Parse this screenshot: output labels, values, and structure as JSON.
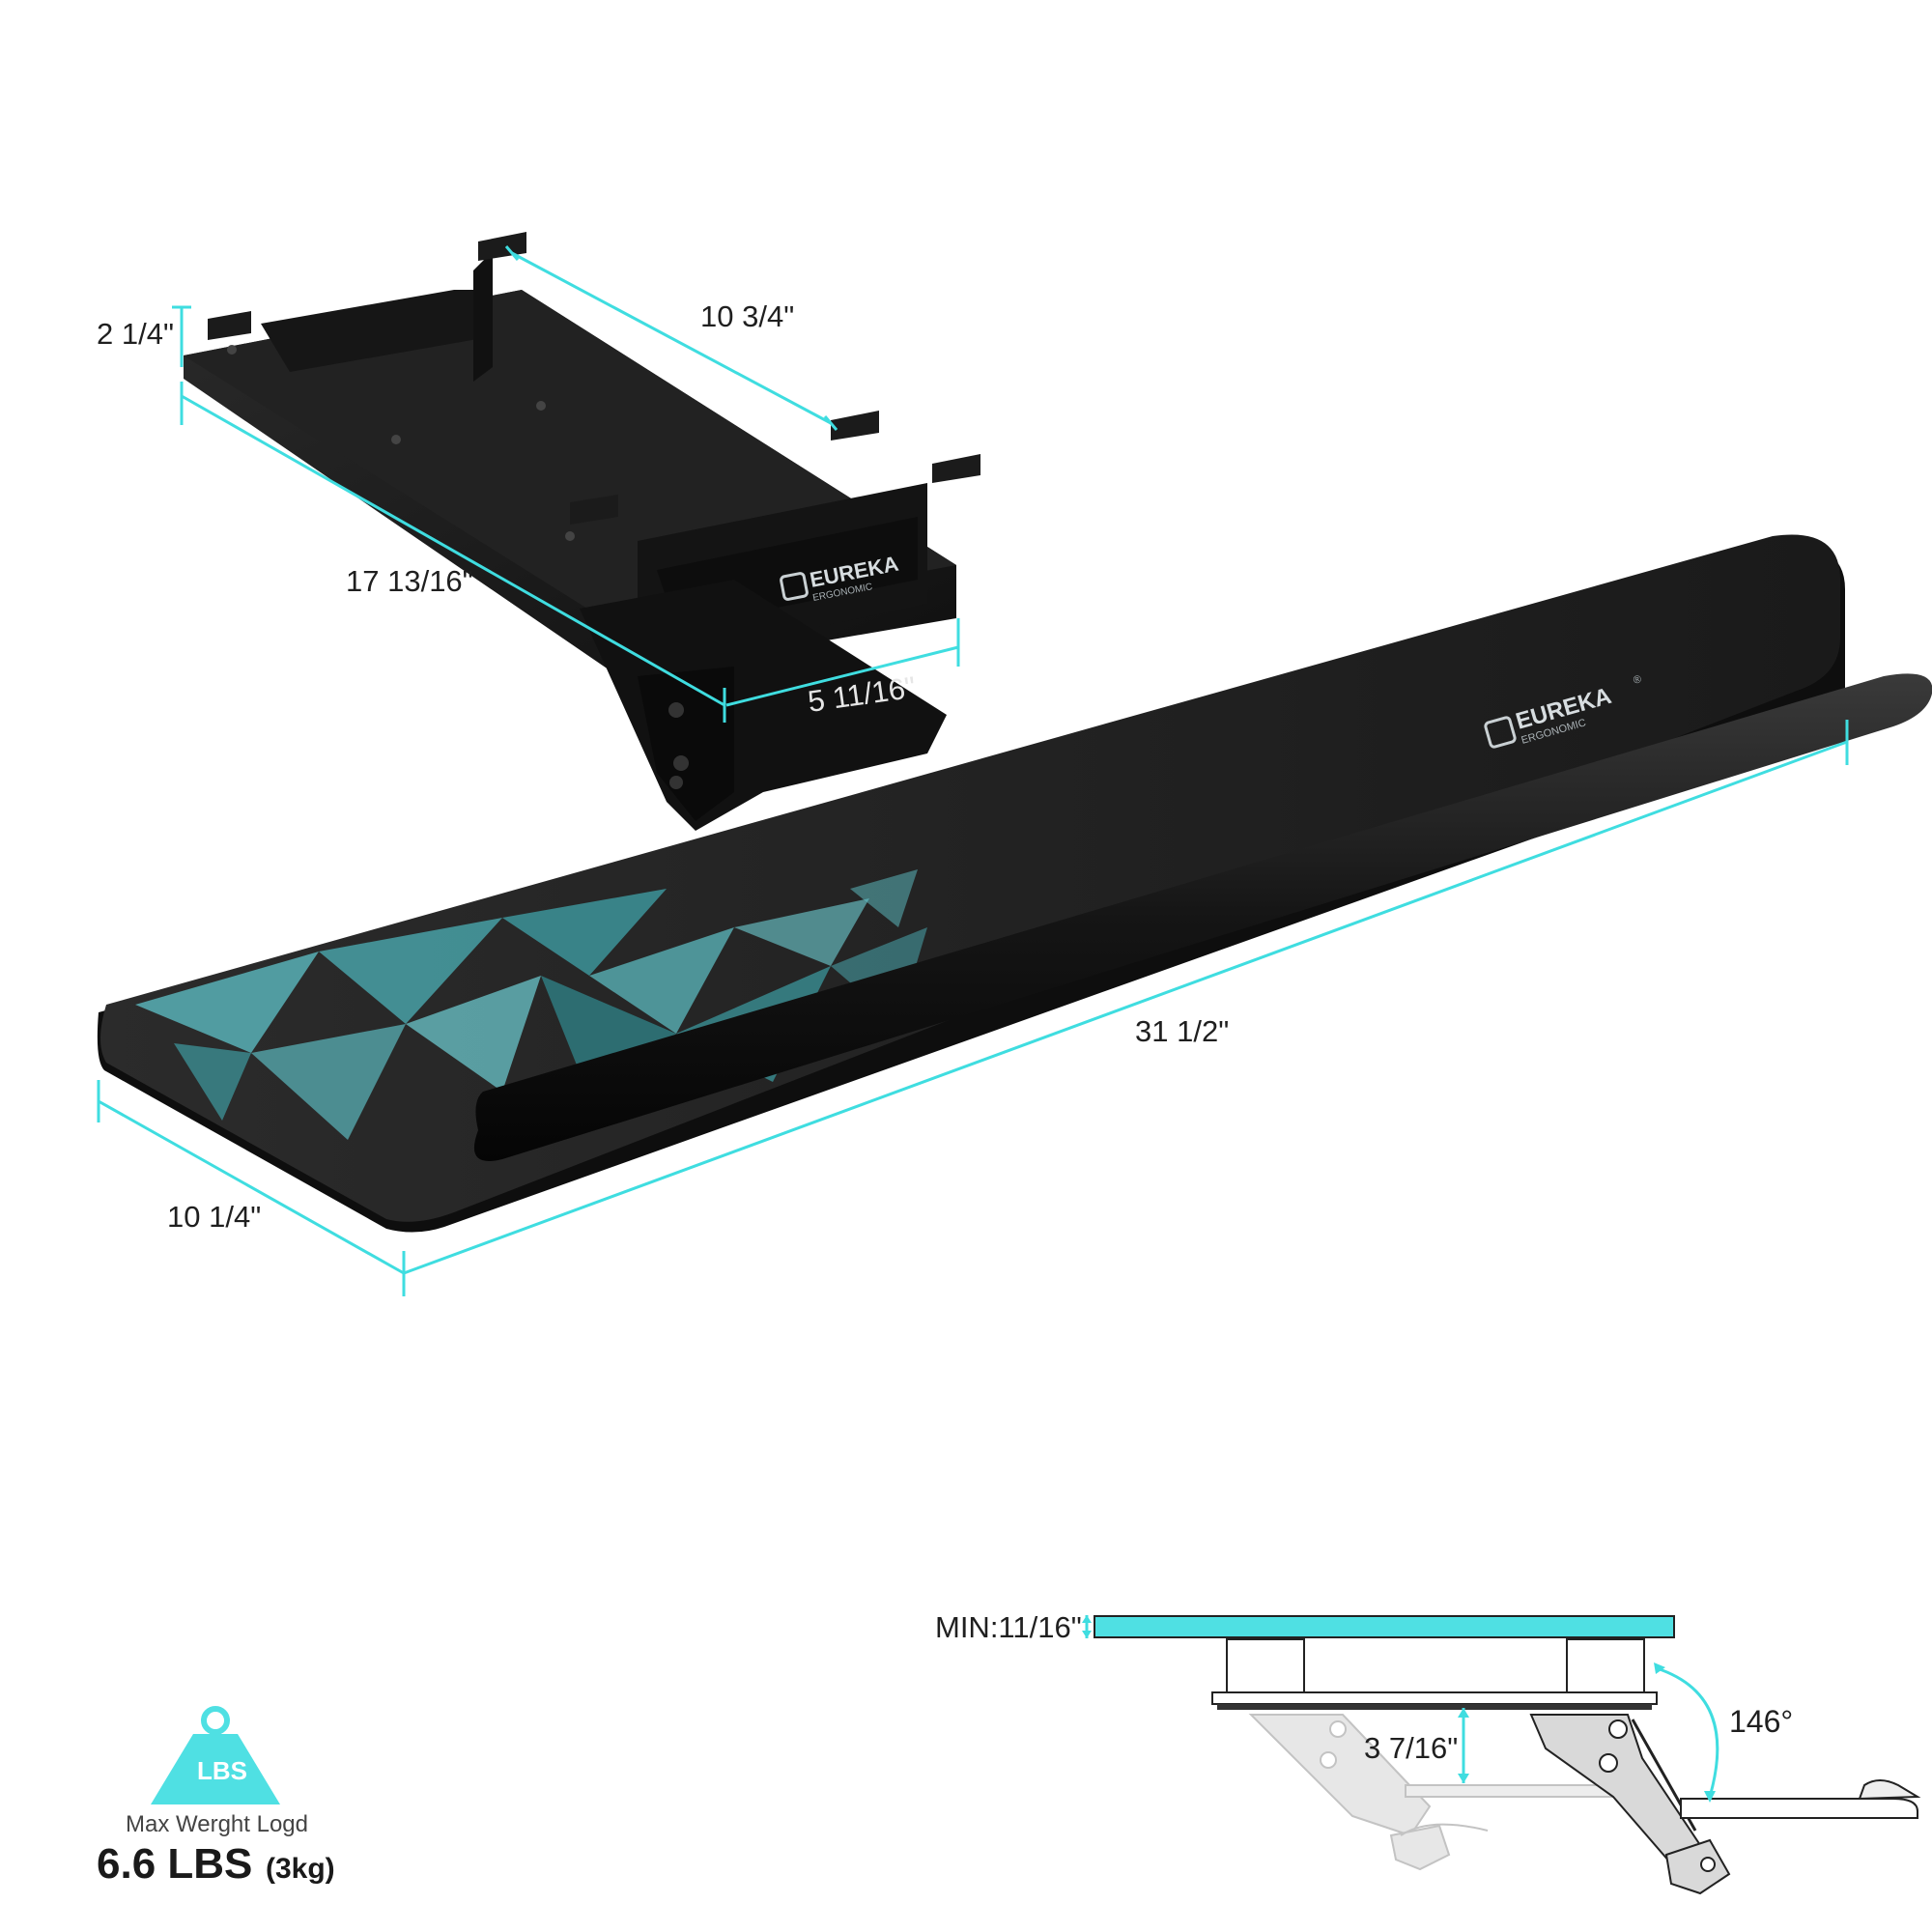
{
  "brand": {
    "name": "EUREKA",
    "sub": "ERGONOMIC",
    "mark": "®"
  },
  "dimensions": {
    "bracket_height": "2 1/4\"",
    "bracket_width": "10 3/4\"",
    "track_length": "17 13/16\"",
    "arm_width": "5 11/16\"",
    "tray_length": "31 1/2\"",
    "tray_depth": "10 1/4\""
  },
  "side_view": {
    "min_clearance": "MIN:11/16\"",
    "drop_height": "3 7/16\"",
    "tilt_angle": "146°"
  },
  "weight": {
    "badge": "LBS",
    "caption": "Max  Werght Logd",
    "value": "6.6 LBS",
    "metric": "(3kg)"
  },
  "colors": {
    "accent": "#3fdde0",
    "product": "#1c1c1c",
    "mat_pattern": "#5fc3c9"
  }
}
